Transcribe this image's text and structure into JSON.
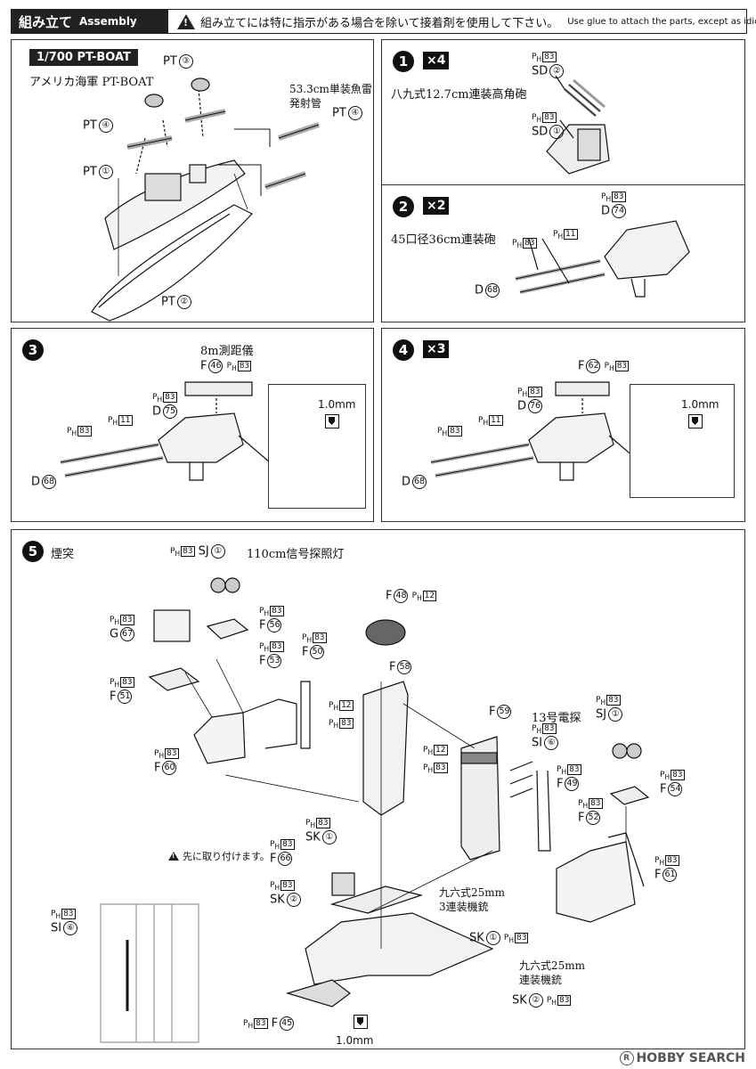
{
  "header": {
    "title_jp": "組み立て",
    "title_en": "Assembly",
    "warning_jp": "組み立てには特に指示がある場合を除いて接着剤を使用して下さい。",
    "warning_en": "Use glue to attach the parts, except as idicated."
  },
  "pt_boat": {
    "badge": "1/700 PT-BOAT",
    "subtitle": "アメリカ海軍 PT-BOAT",
    "torpedo_label": "53.3cm単装魚雷\n発射管",
    "torpedo_label_1": "53.3cm単装魚雷",
    "torpedo_label_2": "発射管",
    "parts": [
      {
        "prefix": "PT",
        "num": "③"
      },
      {
        "prefix": "PT",
        "num": "④"
      },
      {
        "prefix": "PT",
        "num": "④"
      },
      {
        "prefix": "PT",
        "num": "①"
      },
      {
        "prefix": "PT",
        "num": "②"
      }
    ]
  },
  "step1": {
    "num": "1",
    "mult": "×4",
    "title": "八九式12.7cm連装高角砲",
    "parts": [
      {
        "ph": "83",
        "prefix": "SD",
        "num": "②"
      },
      {
        "ph": "83",
        "prefix": "SD",
        "num": "①"
      }
    ]
  },
  "step2": {
    "num": "2",
    "mult": "×2",
    "title": "45口径36cm連装砲",
    "parts": [
      {
        "ph": "83",
        "prefix": "D",
        "num": "74"
      },
      {
        "ph": "83"
      },
      {
        "ph": "11"
      },
      {
        "prefix": "D",
        "num": "68"
      }
    ]
  },
  "step3": {
    "num": "3",
    "title": "8m測距儀",
    "parts": {
      "f46": {
        "prefix": "F",
        "num": "46",
        "ph": "83"
      },
      "d75": {
        "prefix": "D",
        "num": "75",
        "ph": "83"
      },
      "ph11": "11",
      "ph83": "83",
      "d68": {
        "prefix": "D",
        "num": "68"
      }
    },
    "inset_mm": "1.0mm"
  },
  "step4": {
    "num": "4",
    "mult": "×3",
    "parts": {
      "f62": {
        "prefix": "F",
        "num": "62",
        "ph": "83"
      },
      "d76": {
        "prefix": "D",
        "num": "76",
        "ph": "83"
      },
      "ph11": "11",
      "ph83": "83",
      "d68": {
        "prefix": "D",
        "num": "68"
      }
    },
    "inset_mm": "1.0mm"
  },
  "step5": {
    "num": "5",
    "title": "煙突",
    "sj_label": "110cm信号探照灯",
    "radar_label": "13号電探",
    "mg3_label_1": "九六式25mm",
    "mg3_label_2": "3連装機銃",
    "mg1_label_1": "九六式25mm",
    "mg1_label_2": "連装機銃",
    "pre_attach": "先に取り付けます。",
    "bottom_mm": "1.0mm",
    "parts": [
      {
        "ph": "83",
        "prefix": "SJ",
        "num": "①"
      },
      {
        "ph": "83",
        "prefix": "G",
        "num": "67"
      },
      {
        "ph": "83",
        "prefix": "F",
        "num": "56"
      },
      {
        "ph": "83",
        "prefix": "F",
        "num": "53"
      },
      {
        "ph": "83",
        "prefix": "F",
        "num": "50"
      },
      {
        "ph": "83",
        "prefix": "F",
        "num": "51"
      },
      {
        "ph": "12"
      },
      {
        "ph": "83"
      },
      {
        "prefix": "F",
        "num": "48",
        "ph": "12"
      },
      {
        "prefix": "F",
        "num": "58"
      },
      {
        "prefix": "F",
        "num": "59"
      },
      {
        "ph": "83",
        "prefix": "SI",
        "num": "⑥"
      },
      {
        "ph": "12"
      },
      {
        "ph": "83"
      },
      {
        "ph": "83",
        "prefix": "F",
        "num": "49"
      },
      {
        "ph": "83",
        "prefix": "F",
        "num": "52"
      },
      {
        "ph": "83",
        "prefix": "SJ",
        "num": "①"
      },
      {
        "ph": "83",
        "prefix": "F",
        "num": "54"
      },
      {
        "ph": "83",
        "prefix": "F",
        "num": "61"
      },
      {
        "ph": "83",
        "prefix": "F",
        "num": "60"
      },
      {
        "ph": "83",
        "prefix": "SK",
        "num": "①"
      },
      {
        "ph": "83",
        "prefix": "F",
        "num": "66"
      },
      {
        "ph": "83",
        "prefix": "SK",
        "num": "②"
      },
      {
        "prefix": "SK",
        "num": "①",
        "ph": "83"
      },
      {
        "prefix": "SK",
        "num": "②",
        "ph": "83"
      },
      {
        "ph": "83",
        "prefix": "SI",
        "num": "⑥"
      },
      {
        "ph": "83",
        "prefix": "F",
        "num": "45"
      }
    ]
  },
  "footer": {
    "brand": "HOBBY SEARCH",
    "mark": "R"
  },
  "colors": {
    "ink": "#111111",
    "panel_border": "#333333"
  }
}
